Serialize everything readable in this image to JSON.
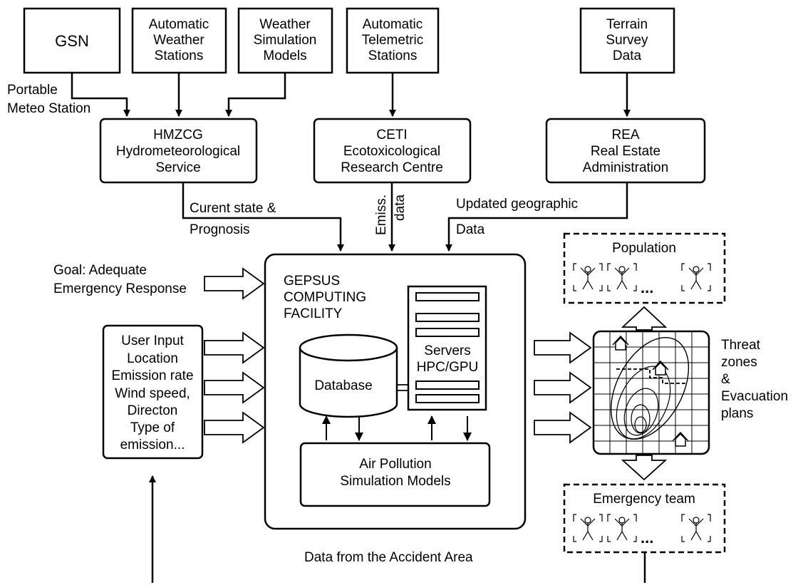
{
  "sources": {
    "gsn": "GSN",
    "aws": [
      "Automatic",
      "Weather",
      "Stations"
    ],
    "wsm": [
      "Weather",
      "Simulation",
      "Models"
    ],
    "ats": [
      "Automatic",
      "Telemetric",
      "Stations"
    ],
    "tsd": [
      "Terrain",
      "Survey",
      "Data"
    ]
  },
  "agencies": {
    "hmzcg": [
      "HMZCG",
      "Hydrometeorological",
      "Service"
    ],
    "ceti": [
      "CETI",
      "Ecotoxicological",
      "Research Centre"
    ],
    "rea": [
      "REA",
      "Real Estate",
      "Administration"
    ]
  },
  "flow_labels": {
    "portable": [
      "Portable",
      "Meteo Station"
    ],
    "current_state": [
      "Curent state &",
      "Prognosis"
    ],
    "emissions": [
      "Emiss.",
      "data"
    ],
    "geographic": [
      "Updated geographic",
      "Data"
    ],
    "goal": [
      "Goal: Adequate",
      "Emergency Response"
    ],
    "accident_area": "Data from the Accident Area"
  },
  "user_input": [
    "User Input",
    "Location",
    "Emission rate",
    "Wind speed,",
    "Directon",
    "Type of",
    "emission..."
  ],
  "facility": {
    "title": [
      "GEPSUS",
      "COMPUTING",
      "FACILITY"
    ],
    "database": "Database",
    "servers": [
      "Servers",
      "HPC/GPU"
    ],
    "models": [
      "Air Pollution",
      "Simulation Models"
    ]
  },
  "outputs": {
    "population": "Population",
    "emergency_team": "Emergency team",
    "ellipsis": "...",
    "threat": [
      "Threat",
      "zones",
      "&",
      "Evacuation",
      "plans"
    ]
  }
}
